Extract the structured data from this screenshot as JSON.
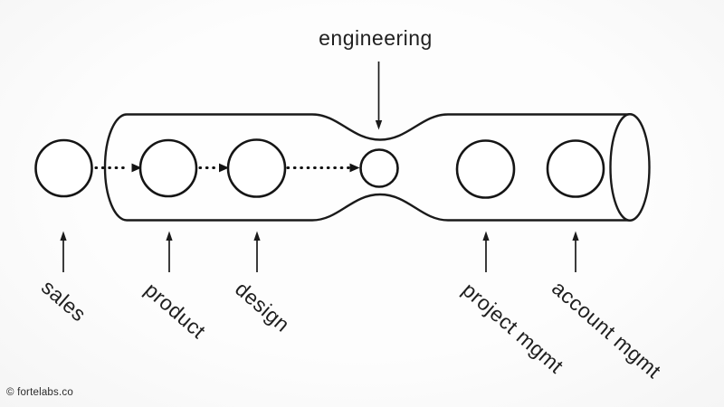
{
  "diagram": {
    "top_label": "engineering",
    "stages": [
      {
        "label": "sales",
        "status": "full"
      },
      {
        "label": "product",
        "status": "full"
      },
      {
        "label": "design",
        "status": "full"
      },
      {
        "label": "engineering",
        "status": "bottleneck"
      },
      {
        "label": "project mgmt",
        "status": "empty"
      },
      {
        "label": "account mgmt",
        "status": "empty"
      }
    ]
  },
  "colors": {
    "work_green": "#2e9b2e",
    "bottleneck_yellow": "#f8ee00",
    "line": "#1a1a1a"
  },
  "footer": {
    "watermark": "© fortelabs.co"
  }
}
